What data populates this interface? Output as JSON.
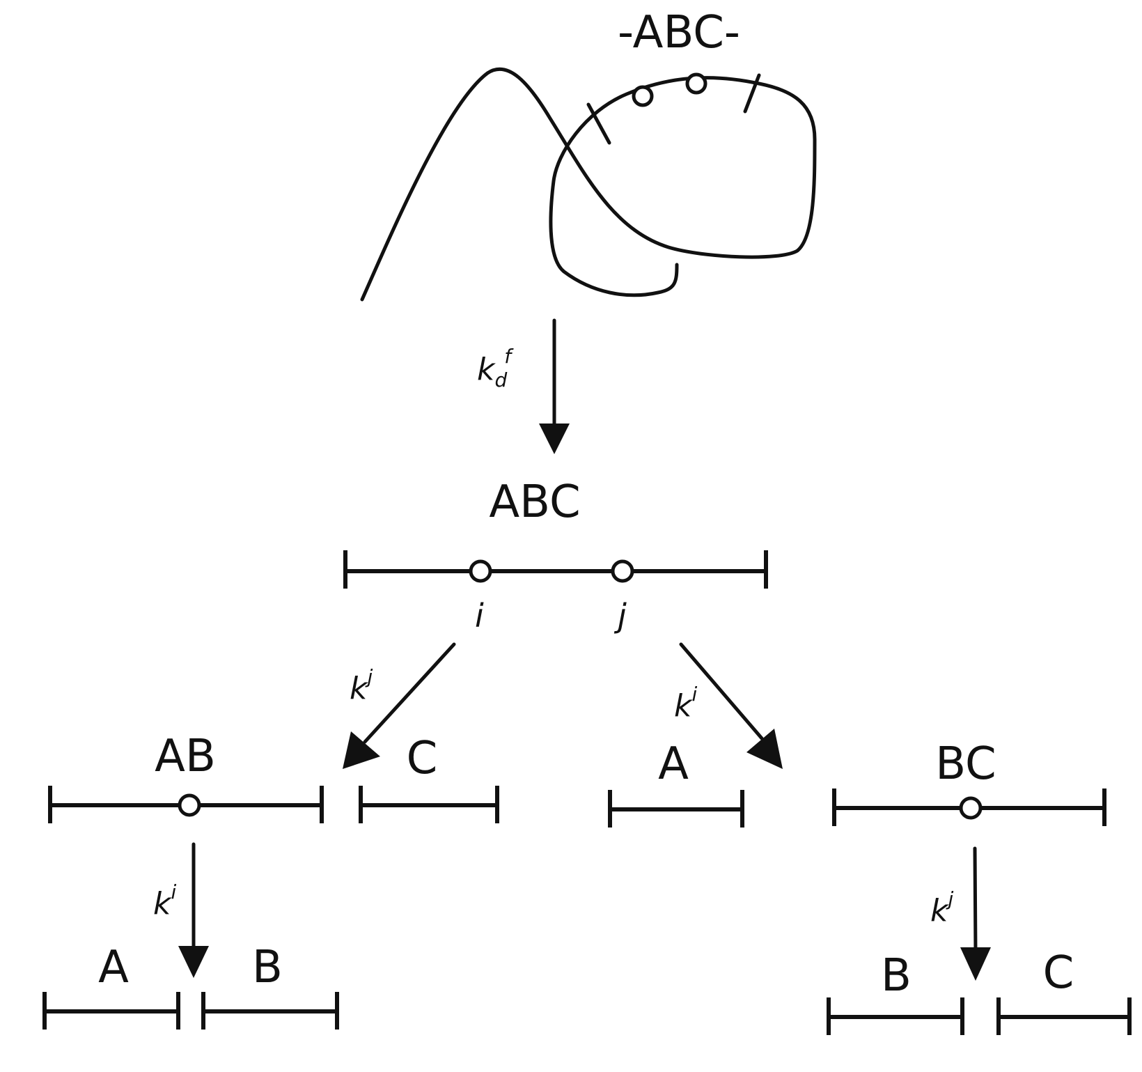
{
  "top_strand": {
    "label": "-ABC-"
  },
  "steps": {
    "release": {
      "rate": "k",
      "sub": "d",
      "sup": "f"
    },
    "cut_j_first": {
      "rate": "k",
      "sup": "j"
    },
    "cut_i_first": {
      "rate": "k",
      "sup": "i"
    },
    "cut_i_second": {
      "rate": "k",
      "sup": "i"
    },
    "cut_j_second": {
      "rate": "k",
      "sup": "j"
    }
  },
  "full_fragment": {
    "label": "ABC",
    "site_i": "i",
    "site_j": "j"
  },
  "middle": {
    "ab": "AB",
    "c": "C",
    "a": "A",
    "bc": "BC"
  },
  "bottom": {
    "a": "A",
    "b_left": "B",
    "b_right": "B",
    "c": "C"
  },
  "colors": {
    "ink": "#111111",
    "background": "#ffffff"
  }
}
